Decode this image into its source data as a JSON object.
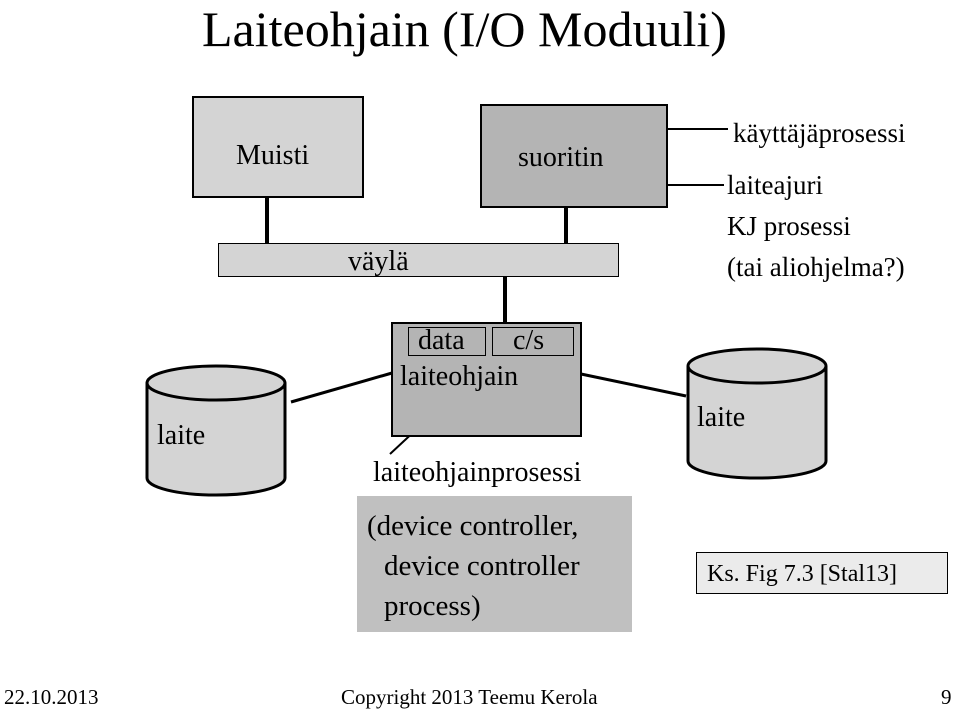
{
  "slide": {
    "title": "Laiteohjain (I/O Moduuli)",
    "labels": {
      "memory": "Muisti",
      "cpu": "suoritin",
      "bus": "väylä",
      "device_left": "laite",
      "device_right": "laite",
      "controller_data": "data",
      "controller_cs": "c/s",
      "controller": "laiteohjain",
      "controller_process": "laiteohjainprosessi"
    },
    "annotations": {
      "user_process": "käyttäjäprosessi",
      "driver_line1": "laiteajuri",
      "driver_line2": "KJ prosessi",
      "driver_line3": "(tai aliohjelma?)"
    },
    "note": {
      "line1": "(device controller,",
      "line2": "device controller",
      "line3": "process)"
    },
    "reference": "Ks. Fig 7.3 [Stal13]",
    "footer": {
      "date": "22.10.2013",
      "copyright": "Copyright 2013  Teemu Kerola",
      "page": "9"
    }
  }
}
